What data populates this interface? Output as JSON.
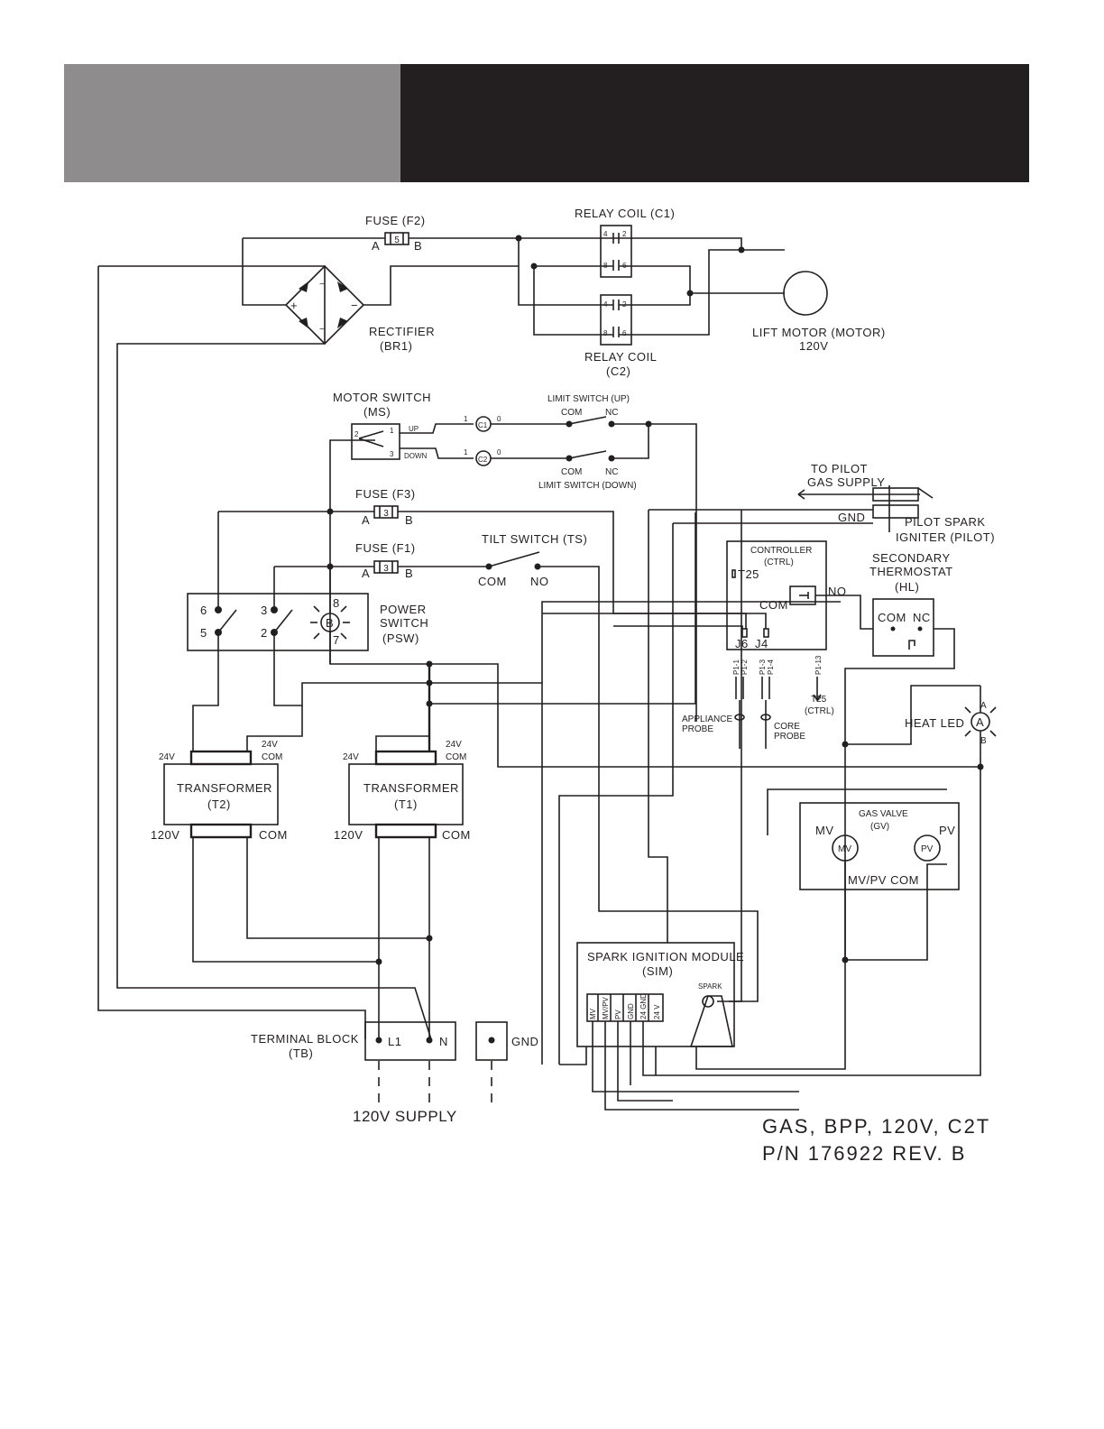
{
  "header": {
    "left_color": "#8e8c8c",
    "right_color": "#231f20"
  },
  "labels": {
    "fuse_f2": "FUSE (F2)",
    "fuse_f3": "FUSE (F3)",
    "fuse_f1": "FUSE (F1)",
    "fuse_f2_val": "5",
    "fuse_f3_val": "3",
    "fuse_f1_val": "3",
    "pin_a": "A",
    "pin_b": "B",
    "relay_coil_c1": "RELAY COIL (C1)",
    "relay_coil_c2_l1": "RELAY COIL",
    "relay_coil_c2_l2": "(C2)",
    "rectifier_l1": "RECTIFIER",
    "rectifier_l2": "(BR1)",
    "lift_motor_l1": "LIFT MOTOR (MOTOR)",
    "lift_motor_l2": "120V",
    "motor_switch_l1": "MOTOR SWITCH",
    "motor_switch_l2": "(MS)",
    "ms_up": "UP",
    "ms_down": "DOWN",
    "limit_up": "LIMIT SWITCH (UP)",
    "limit_down": "LIMIT SWITCH (DOWN)",
    "com": "COM",
    "nc": "NC",
    "no": "NO",
    "c1": "C1",
    "c2": "C2",
    "tilt_switch": "TILT SWITCH (TS)",
    "to_pilot_l1": "TO PILOT",
    "to_pilot_l2": "GAS SUPPLY",
    "gnd": "GND",
    "pilot_spark_l1": "PILOT SPARK",
    "pilot_spark_l2": "IGNITER (PILOT)",
    "controller_l1": "CONTROLLER",
    "controller_l2": "(CTRL)",
    "t25": "T25",
    "t25_ctrl_l1": "T25",
    "t25_ctrl_l2": "(CTRL)",
    "j6": "J6",
    "j4": "J4",
    "p1_1": "P1-1",
    "p1_2": "P1-2",
    "p1_3": "P1-3",
    "p1_4": "P1-4",
    "p1_13": "P1-13",
    "secondary_l1": "SECONDARY",
    "secondary_l2": "THERMOSTAT",
    "secondary_l3": "(HL)",
    "power_switch_l1": "POWER",
    "power_switch_l2": "SWITCH",
    "power_switch_l3": "(PSW)",
    "psw_b": "B",
    "appliance_probe_l1": "APPLIANCE",
    "appliance_probe_l2": "PROBE",
    "core_probe_l1": "CORE",
    "core_probe_l2": "PROBE",
    "heat_led": "HEAT LED",
    "led_a": "A",
    "led_b": "B",
    "v24": "24V",
    "v120": "120V",
    "transformer": "TRANSFORMER",
    "t2": "(T2)",
    "t1": "(T1)",
    "gas_valve_l1": "GAS VALVE",
    "gas_valve_l2": "(GV)",
    "mv": "MV",
    "pv": "PV",
    "mvpv_com": "MV/PV COM",
    "sim_l1": "SPARK IGNITION MODULE",
    "sim_l2": "(SIM)",
    "spark": "SPARK",
    "sim_mv": "MV",
    "sim_mvpv": "MV/PV",
    "sim_pv": "PV",
    "sim_gnd": "GND",
    "sim_24gnd": "24 GND",
    "sim_24v": "24 V",
    "terminal_block_l1": "TERMINAL BLOCK",
    "terminal_block_l2": "(TB)",
    "l1": "L1",
    "n": "N",
    "supply": "120V SUPPLY",
    "title_l1": "GAS, BPP, 120V, C2T",
    "title_l2": "P/N 176922 REV. B"
  }
}
